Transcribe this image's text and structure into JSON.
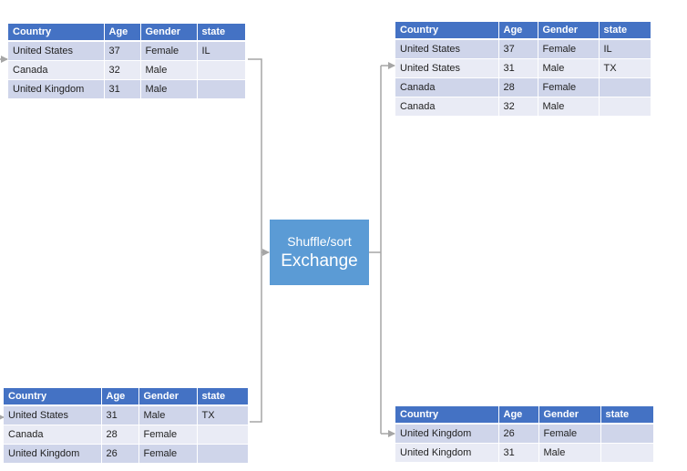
{
  "columns": [
    "Country",
    "Age",
    "Gender",
    "state"
  ],
  "input_top": {
    "rows": [
      [
        "United States",
        "37",
        "Female",
        "IL"
      ],
      [
        "Canada",
        "32",
        "Male",
        ""
      ],
      [
        "United Kingdom",
        "31",
        "Male",
        ""
      ]
    ]
  },
  "input_bottom": {
    "rows": [
      [
        "United States",
        "31",
        "Male",
        "TX"
      ],
      [
        "Canada",
        "28",
        "Female",
        ""
      ],
      [
        "United Kingdom",
        "26",
        "Female",
        ""
      ]
    ]
  },
  "output_top": {
    "rows": [
      [
        "United States",
        "37",
        "Female",
        "IL"
      ],
      [
        "United States",
        "31",
        "Male",
        "TX"
      ],
      [
        "Canada",
        "28",
        "Female",
        ""
      ],
      [
        "Canada",
        "32",
        "Male",
        ""
      ]
    ]
  },
  "output_bottom": {
    "rows": [
      [
        "United Kingdom",
        "26",
        "Female",
        ""
      ],
      [
        "United Kingdom",
        "31",
        "Male",
        ""
      ]
    ]
  },
  "exchange": {
    "line1": "Shuffle/sort",
    "line2": "Exchange",
    "color": "#5b9bd5"
  },
  "colors": {
    "header": "#4472c4",
    "row_dark": "#cfd5ea",
    "row_light": "#e9ebf5",
    "connector": "#a6a6a6"
  }
}
